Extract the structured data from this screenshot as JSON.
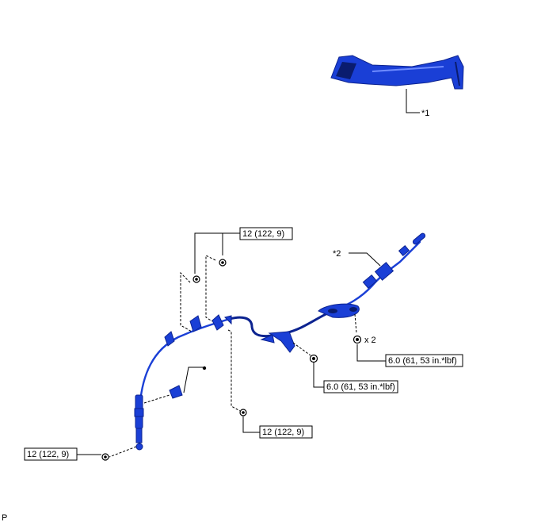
{
  "callouts": {
    "part1": "*1",
    "part2": "*2",
    "quantity": "x 2",
    "page_code": "P"
  },
  "torque_labels": {
    "top_bolts": "12 (122, 9)",
    "lower_bolt": "12 (122, 9)",
    "left_nut": "12 (122, 9)",
    "center_nut": "6.0 (61, 53 in.*lbf)",
    "right_nuts": "6.0 (61, 53 in.*lbf)"
  },
  "colors": {
    "part_blue": "#1a3fd6",
    "part_dark": "#0c2390",
    "line": "#000000"
  }
}
